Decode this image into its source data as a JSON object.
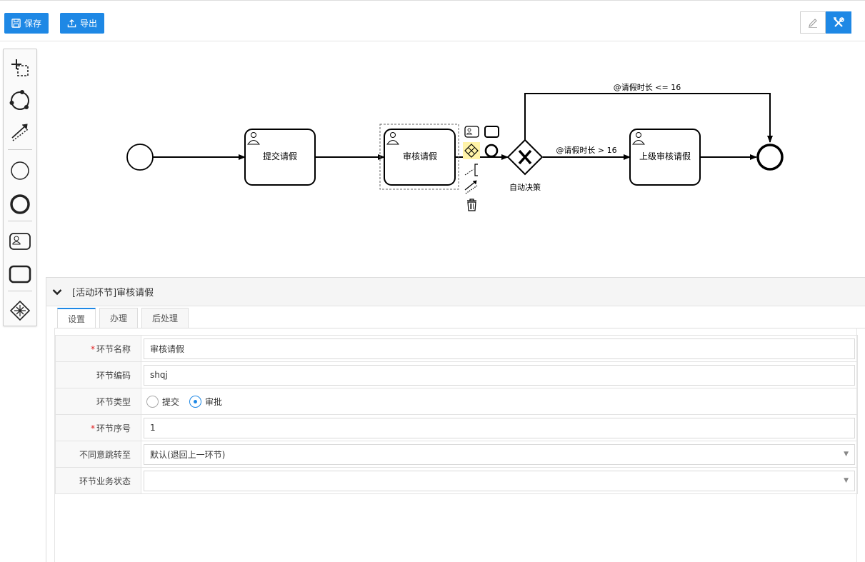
{
  "toolbar": {
    "save_label": "保存",
    "export_label": "导出"
  },
  "palette": {
    "items": [
      "lasso-tool-icon",
      "space-tool-icon",
      "connect-tool-icon",
      "start-event-icon",
      "end-event-icon",
      "user-task-icon",
      "task-icon",
      "gateway-icon"
    ]
  },
  "diagram": {
    "task_submit": "提交请假",
    "task_review": "审核请假",
    "task_superior": "上级审核请假",
    "gateway_label": "自动决策",
    "flow_top_label": "@请假时长 <= 16",
    "flow_right_label": "@请假时长 > 16"
  },
  "panel": {
    "title": "[活动环节]审核请假",
    "tabs": [
      "设置",
      "办理",
      "后处理"
    ],
    "fields": {
      "name_label": "环节名称",
      "name_value": "审核请假",
      "code_label": "环节编码",
      "code_value": "shqj",
      "type_label": "环节类型",
      "type_option1": "提交",
      "type_option2": "审批",
      "type_selected": "审批",
      "seq_label": "环节序号",
      "seq_value": "1",
      "reject_label": "不同意跳转至",
      "reject_value": "默认(退回上一环节)",
      "status_label": "环节业务状态",
      "status_value": ""
    }
  },
  "colors": {
    "primary": "#1e88e5",
    "required": "#e02020",
    "highlight": "#fff3a8"
  }
}
